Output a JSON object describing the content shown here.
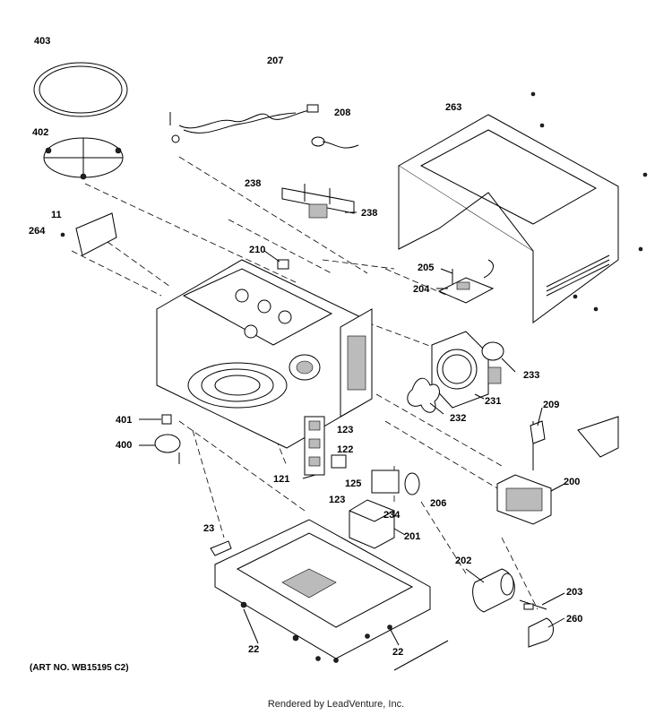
{
  "labels": [
    {
      "id": "403",
      "text": "403"
    },
    {
      "id": "402",
      "text": "402"
    },
    {
      "id": "207",
      "text": "207"
    },
    {
      "id": "208",
      "text": "208"
    },
    {
      "id": "263",
      "text": "263"
    },
    {
      "id": "238a",
      "text": "238"
    },
    {
      "id": "238b",
      "text": "238"
    },
    {
      "id": "11",
      "text": "11"
    },
    {
      "id": "264",
      "text": "264"
    },
    {
      "id": "210",
      "text": "210"
    },
    {
      "id": "205",
      "text": "205"
    },
    {
      "id": "204",
      "text": "204"
    },
    {
      "id": "233",
      "text": "233"
    },
    {
      "id": "231",
      "text": "231"
    },
    {
      "id": "232",
      "text": "232"
    },
    {
      "id": "209",
      "text": "209"
    },
    {
      "id": "401",
      "text": "401"
    },
    {
      "id": "400",
      "text": "400"
    },
    {
      "id": "123a",
      "text": "123"
    },
    {
      "id": "122",
      "text": "122"
    },
    {
      "id": "121",
      "text": "121"
    },
    {
      "id": "125",
      "text": "125"
    },
    {
      "id": "123b",
      "text": "123"
    },
    {
      "id": "206",
      "text": "206"
    },
    {
      "id": "234",
      "text": "234"
    },
    {
      "id": "200",
      "text": "200"
    },
    {
      "id": "23",
      "text": "23"
    },
    {
      "id": "201",
      "text": "201"
    },
    {
      "id": "202",
      "text": "202"
    },
    {
      "id": "203",
      "text": "203"
    },
    {
      "id": "260",
      "text": "260"
    },
    {
      "id": "22a",
      "text": "22"
    },
    {
      "id": "22b",
      "text": "22"
    }
  ],
  "art_number": "(ART NO. WB15195 C2)",
  "footer": "Rendered by LeadVenture, Inc."
}
